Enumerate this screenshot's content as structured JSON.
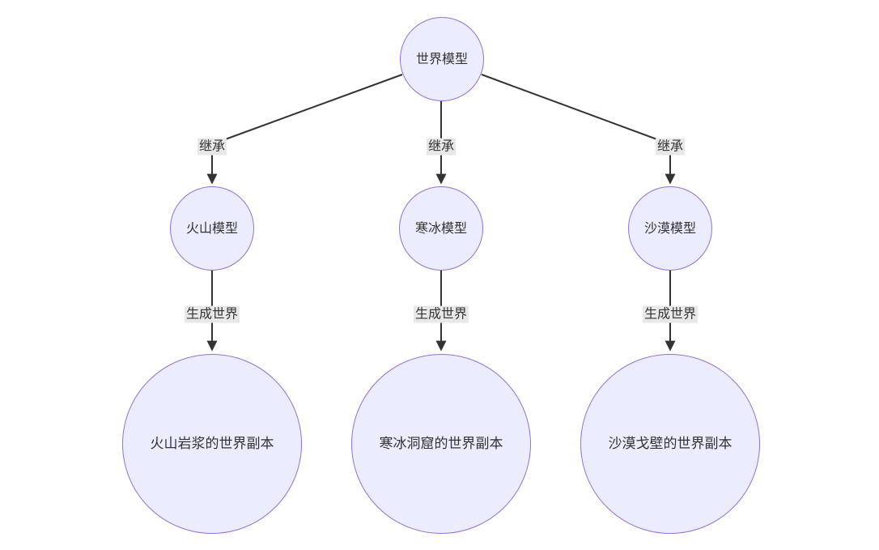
{
  "diagram": {
    "type": "flowchart",
    "root": {
      "label": "世界模型"
    },
    "branches": [
      {
        "inherit_label": "继承",
        "model_label": "火山模型",
        "generate_label": "生成世界",
        "world_label": "火山岩浆的世界副本"
      },
      {
        "inherit_label": "继承",
        "model_label": "寒冰模型",
        "generate_label": "生成世界",
        "world_label": "寒冰洞窟的世界副本"
      },
      {
        "inherit_label": "继承",
        "model_label": "沙漠模型",
        "generate_label": "生成世界",
        "world_label": "沙漠戈壁的世界副本"
      }
    ],
    "colors": {
      "node_fill": "#ECECFF",
      "node_border": "#9370DB",
      "edge": "#333333",
      "edge_label_bg": "#e8e8e8",
      "text": "#333333",
      "background": "#ffffff"
    }
  }
}
